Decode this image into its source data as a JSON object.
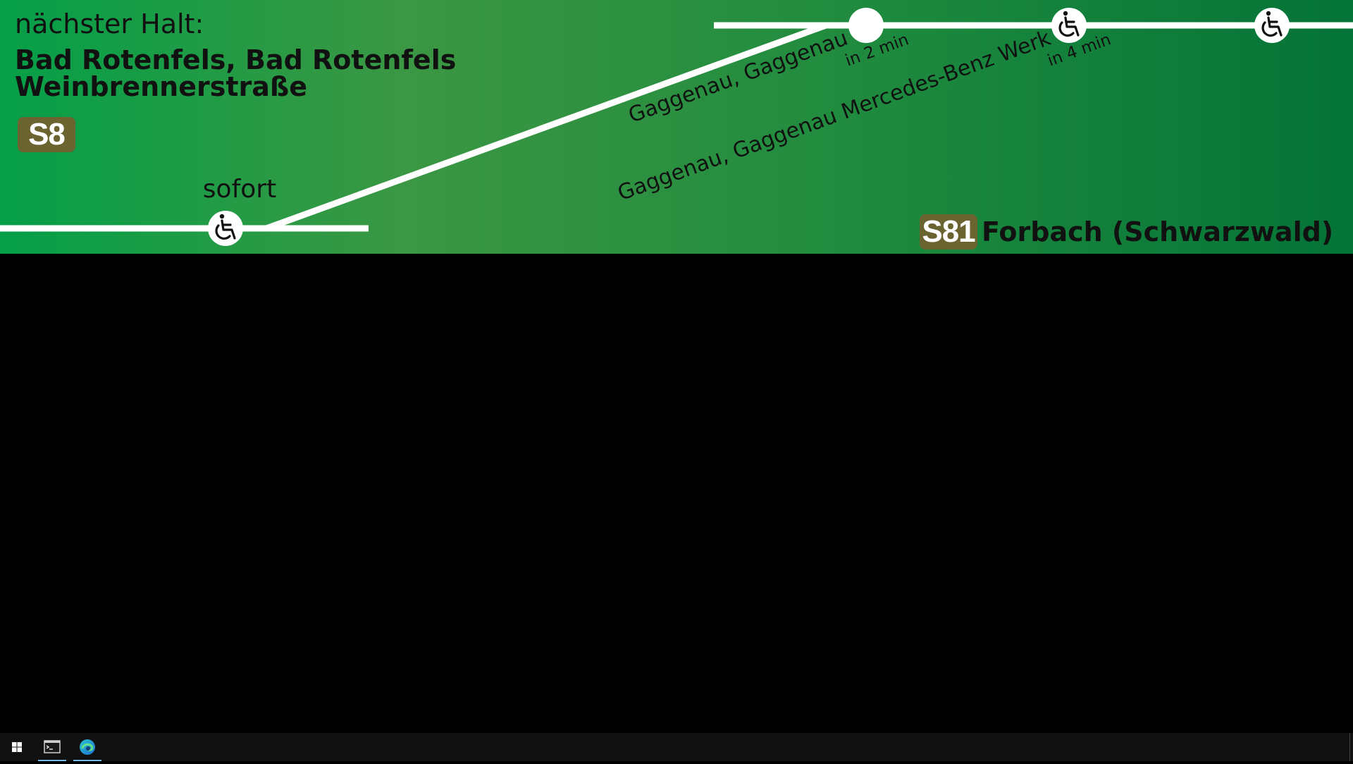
{
  "colors": {
    "panel_gradient": [
      "#059f48",
      "#3b9743",
      "#1e8a3e",
      "#047337"
    ],
    "line_badge": "#6b6430",
    "track": "#ffffff",
    "text": "#111111",
    "screen_background": "#000000",
    "taskbar": "#111111"
  },
  "display": {
    "next_stop_label": "nächster Halt:",
    "next_stop_name_line1": "Bad Rotenfels, Bad Rotenfels",
    "next_stop_name_line2": "Weinbrennerstraße",
    "current_line": "S8",
    "destination_line": "S81",
    "destination": "Forbach (Schwarzwald)"
  },
  "route": {
    "stops": [
      {
        "name": "",
        "time": "sofort",
        "accessible": true
      },
      {
        "name": "Gaggenau, Gaggenau",
        "time": "in 2 min",
        "accessible": false
      },
      {
        "name": "Gaggenau, Gaggenau Mercedes-Benz Werk",
        "time": "in 4 min",
        "accessible": true
      },
      {
        "name": "",
        "time": "",
        "accessible": true
      }
    ],
    "accessible_icon": "wheelchair-icon",
    "plain_stop_icon": "stop-circle-icon"
  },
  "taskbar": {
    "items": [
      {
        "icon": "windows-start-icon",
        "active": false
      },
      {
        "icon": "terminal-icon",
        "active": true
      },
      {
        "icon": "edge-browser-icon",
        "active": true
      }
    ]
  }
}
